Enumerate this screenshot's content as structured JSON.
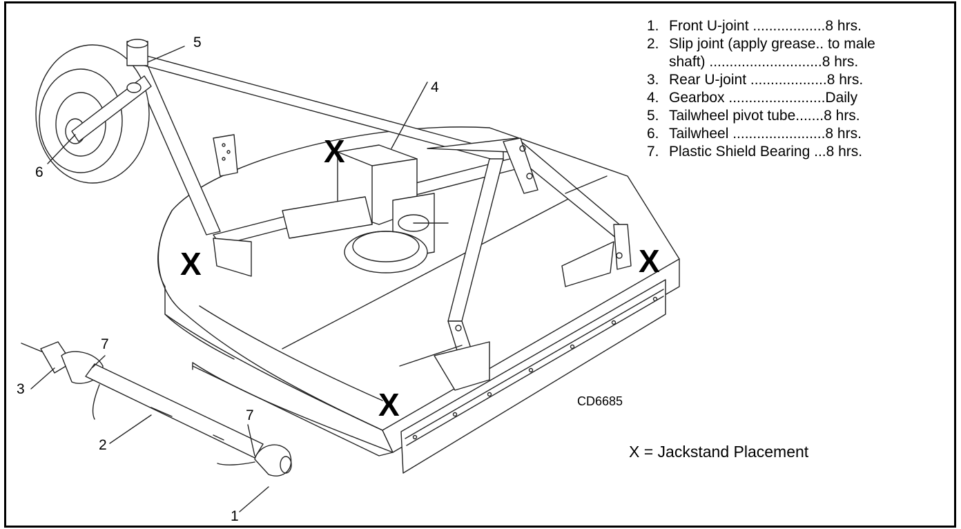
{
  "callouts": {
    "c1": "1",
    "c2": "2",
    "c3": "3",
    "c4": "4",
    "c5": "5",
    "c6": "6",
    "c7a": "7",
    "c7b": "7"
  },
  "jackstand_mark": "X",
  "legend": [
    {
      "num": "1.",
      "line1": "Front U-joint ..................8 hrs.",
      "line2": ""
    },
    {
      "num": "2.",
      "line1": "Slip joint (apply grease.. to male",
      "line2": "shaft) ............................8 hrs."
    },
    {
      "num": "3.",
      "line1": "Rear U-joint ...................8 hrs.",
      "line2": ""
    },
    {
      "num": "4.",
      "line1": "Gearbox ........................Daily",
      "line2": ""
    },
    {
      "num": "5.",
      "line1": "Tailwheel pivot tube.......8 hrs.",
      "line2": ""
    },
    {
      "num": "6.",
      "line1": "Tailwheel .......................8 hrs.",
      "line2": ""
    },
    {
      "num": "7.",
      "line1": "Plastic Shield Bearing ...8 hrs.",
      "line2": ""
    }
  ],
  "figure_code": "CD6685",
  "jackstand_note": "X = Jackstand Placement"
}
